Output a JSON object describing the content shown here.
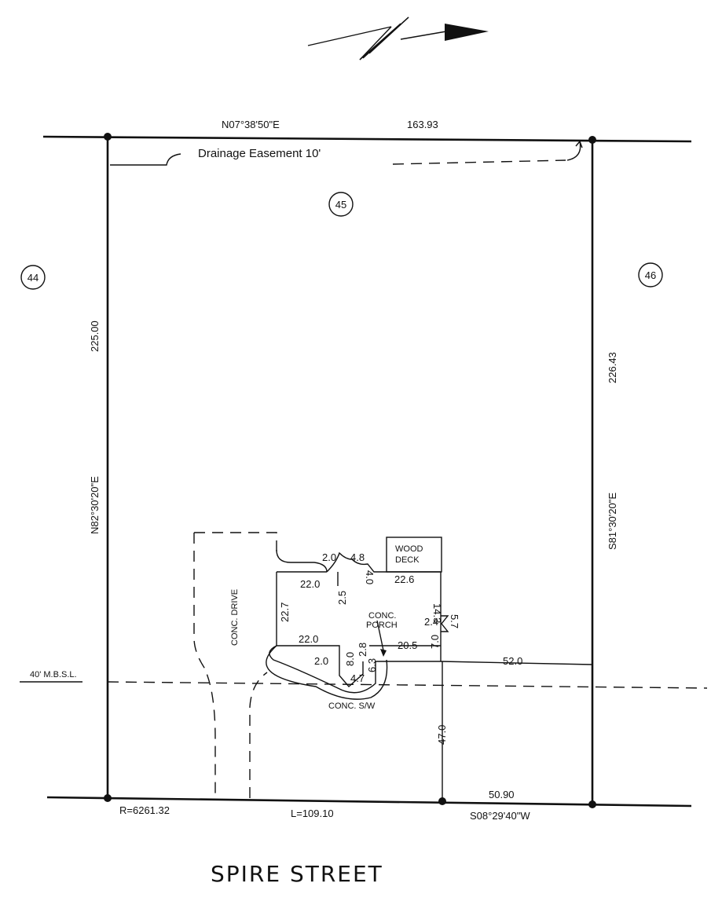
{
  "boundary": {
    "top_bearing": "N07°38'50\"E",
    "top_distance": "163.93",
    "left_distance": "225.00",
    "left_bearing": "N82°30'20\"E",
    "right_distance": "226.43",
    "right_bearing": "S81°30'20\"E",
    "bottom_radius": "R=6261.32",
    "bottom_arc": "L=109.10",
    "bottom_right_distance": "50.90",
    "bottom_right_bearing": "S08°29'40\"W"
  },
  "easement": {
    "label": "Drainage Easement 10'"
  },
  "lots": {
    "center": "45",
    "left": "44",
    "right": "46"
  },
  "setback": {
    "label": "40' M.B.S.L."
  },
  "features": {
    "drive": "CONC. DRIVE",
    "deck_line1": "WOOD",
    "deck_line2": "DECK",
    "porch_line1": "CONC.",
    "porch_line2": "PORCH",
    "sidewalk": "CONC. S/W"
  },
  "dims": {
    "d1": "2.0",
    "d2": "4.8",
    "d3": "4.0",
    "d4": "22.0",
    "d5": "2.5",
    "d6": "22.6",
    "d7": "14.3",
    "d8": "22.7",
    "d9": "2.4",
    "d10": "5.7",
    "d11": "22.0",
    "d12": "2.8",
    "d13": "8.0",
    "d14": "6.3",
    "d15": "20.5",
    "d16": "7.0",
    "d17": "2.0",
    "d18": "4.7",
    "d19": "52.0",
    "d20": "47.0"
  },
  "street": {
    "name": "SPIRE STREET"
  }
}
